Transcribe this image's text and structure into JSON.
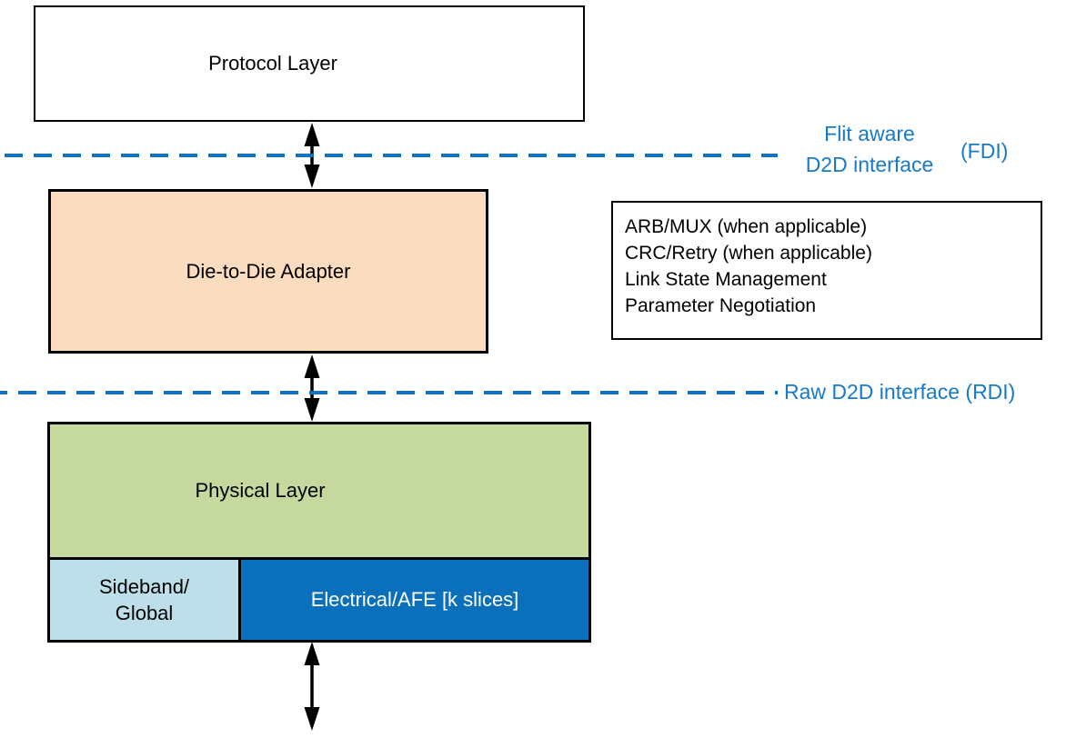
{
  "boxes": {
    "protocol": {
      "label": "Protocol Layer"
    },
    "adapter": {
      "label": "Die-to-Die Adapter"
    },
    "adapter_notes": {
      "lines": [
        "ARB/MUX (when applicable)",
        "CRC/Retry (when applicable)",
        "Link State Management",
        "Parameter Negotiation"
      ]
    },
    "physical": {
      "label": "Physical Layer"
    },
    "sideband": {
      "line1": "Sideband/",
      "line2": "Global"
    },
    "electrical": {
      "label": "Electrical/AFE [k slices]"
    }
  },
  "interfaces": {
    "fdi": {
      "line1": "Flit aware",
      "line2": "D2D interface",
      "abbr": "(FDI)"
    },
    "rdi": {
      "label": "Raw D2D interface (RDI)"
    }
  },
  "colors": {
    "adapter_fill": "#FBDCBE",
    "physical_fill": "#C5D89D",
    "sideband_fill": "#BDDFE9",
    "electrical_fill": "#0B70BC",
    "electrical_text": "#FFFFFF",
    "interface_line_blue": "#0F72C2",
    "interface_text_blue": "#1779CA",
    "border_black": "#000000"
  }
}
